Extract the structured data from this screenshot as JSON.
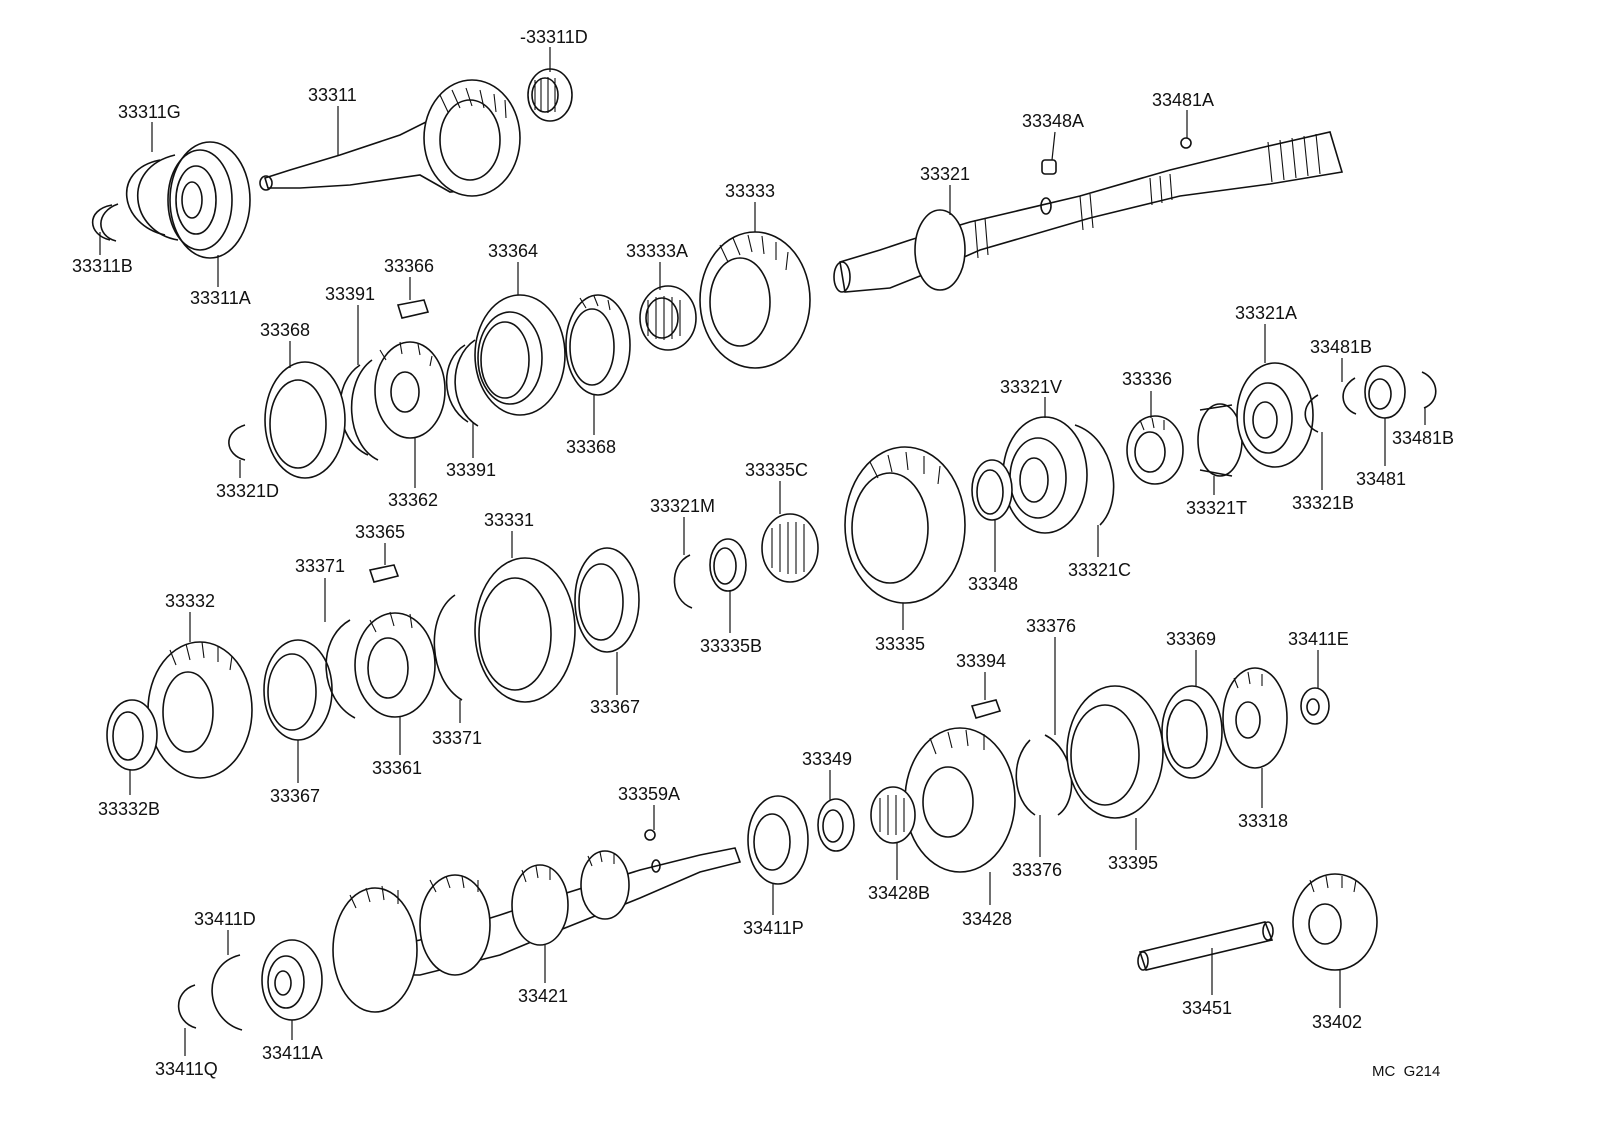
{
  "diagram": {
    "code": "MC  G214"
  },
  "parts": [
    {
      "id": "p_33311D",
      "label": "-33311D"
    },
    {
      "id": "p_33311",
      "label": "33311"
    },
    {
      "id": "p_33311G",
      "label": "33311G"
    },
    {
      "id": "p_33311B",
      "label": "33311B"
    },
    {
      "id": "p_33311A",
      "label": "33311A"
    },
    {
      "id": "p_33348A",
      "label": "33348A"
    },
    {
      "id": "p_33481A",
      "label": "33481A"
    },
    {
      "id": "p_33321",
      "label": "33321"
    },
    {
      "id": "p_33333",
      "label": "33333"
    },
    {
      "id": "p_33366",
      "label": "33366"
    },
    {
      "id": "p_33364",
      "label": "33364"
    },
    {
      "id": "p_33333A",
      "label": "33333A"
    },
    {
      "id": "p_33391a",
      "label": "33391"
    },
    {
      "id": "p_33368a",
      "label": "33368"
    },
    {
      "id": "p_33321D",
      "label": "33321D"
    },
    {
      "id": "p_33362",
      "label": "33362"
    },
    {
      "id": "p_33391b",
      "label": "33391"
    },
    {
      "id": "p_33368b",
      "label": "33368"
    },
    {
      "id": "p_33321A",
      "label": "33321A"
    },
    {
      "id": "p_33481B1",
      "label": "33481B"
    },
    {
      "id": "p_33481B2",
      "label": "33481B"
    },
    {
      "id": "p_33481",
      "label": "33481"
    },
    {
      "id": "p_33321B",
      "label": "33321B"
    },
    {
      "id": "p_33336",
      "label": "33336"
    },
    {
      "id": "p_33321V",
      "label": "33321V"
    },
    {
      "id": "p_33321T",
      "label": "33321T"
    },
    {
      "id": "p_33321C",
      "label": "33321C"
    },
    {
      "id": "p_33348",
      "label": "33348"
    },
    {
      "id": "p_33335C",
      "label": "33335C"
    },
    {
      "id": "p_33321M",
      "label": "33321M"
    },
    {
      "id": "p_33335B",
      "label": "33335B"
    },
    {
      "id": "p_33335",
      "label": "33335"
    },
    {
      "id": "p_33365",
      "label": "33365"
    },
    {
      "id": "p_33331",
      "label": "33331"
    },
    {
      "id": "p_33371a",
      "label": "33371"
    },
    {
      "id": "p_33332",
      "label": "33332"
    },
    {
      "id": "p_33367a",
      "label": "33367"
    },
    {
      "id": "p_33361",
      "label": "33361"
    },
    {
      "id": "p_33371b",
      "label": "33371"
    },
    {
      "id": "p_33367b",
      "label": "33367"
    },
    {
      "id": "p_33332B",
      "label": "33332B"
    },
    {
      "id": "p_33376a",
      "label": "33376"
    },
    {
      "id": "p_33394",
      "label": "33394"
    },
    {
      "id": "p_33369",
      "label": "33369"
    },
    {
      "id": "p_33411E",
      "label": "33411E"
    },
    {
      "id": "p_33318",
      "label": "33318"
    },
    {
      "id": "p_33395",
      "label": "33395"
    },
    {
      "id": "p_33376b",
      "label": "33376"
    },
    {
      "id": "p_33349",
      "label": "33349"
    },
    {
      "id": "p_33359A",
      "label": "33359A"
    },
    {
      "id": "p_33428B",
      "label": "33428B"
    },
    {
      "id": "p_33428",
      "label": "33428"
    },
    {
      "id": "p_33411P",
      "label": "33411P"
    },
    {
      "id": "p_33411D",
      "label": "33411D"
    },
    {
      "id": "p_33421",
      "label": "33421"
    },
    {
      "id": "p_33411Q",
      "label": "33411Q"
    },
    {
      "id": "p_33411A",
      "label": "33411A"
    },
    {
      "id": "p_33451",
      "label": "33451"
    },
    {
      "id": "p_33402",
      "label": "33402"
    }
  ]
}
